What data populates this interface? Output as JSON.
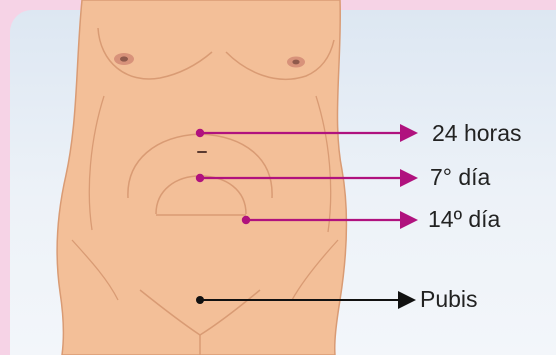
{
  "colors": {
    "frame": "#f6d3e6",
    "panel": "#e8eef6",
    "skin": "#f3bf98",
    "skin_outline": "#d99b74",
    "marker": "#b0127e",
    "pubis_marker": "#111111",
    "text": "#222222"
  },
  "labels": {
    "hours24": "24 horas",
    "day7": "7° día",
    "day14": "14º día",
    "pubis": "Pubis"
  }
}
